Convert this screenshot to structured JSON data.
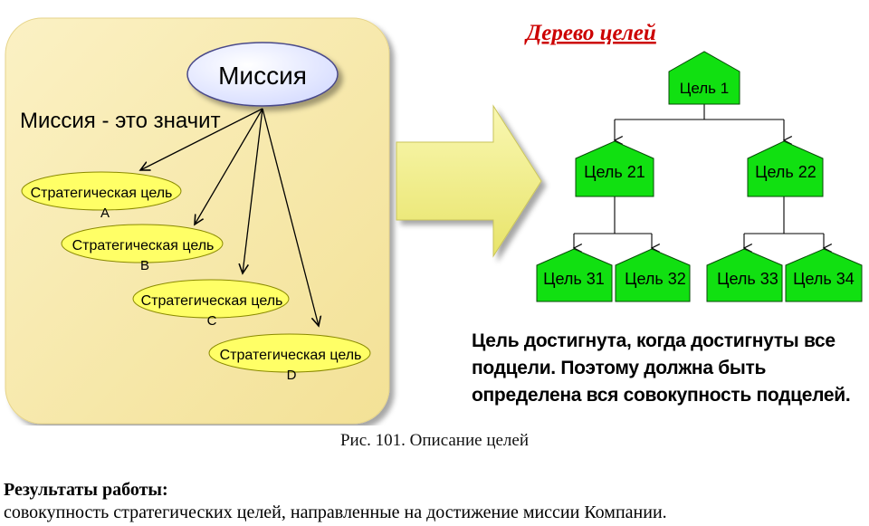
{
  "mission_panel": {
    "mission_label": "Миссия",
    "mission_means": "Миссия - это значит",
    "strategic_goals": [
      {
        "label": "Стратегическая цель",
        "letter": "A"
      },
      {
        "label": "Стратегическая цель",
        "letter": "B"
      },
      {
        "label": "Стратегическая цель",
        "letter": "C"
      },
      {
        "label": "Стратегическая цель",
        "letter": "D"
      }
    ]
  },
  "goal_tree": {
    "title": "Дерево целей",
    "root": "Цель 1",
    "level2": [
      "Цель 21",
      "Цель 22"
    ],
    "level3": [
      "Цель 31",
      "Цель 32",
      "Цель 33",
      "Цель 34"
    ]
  },
  "note": "Цель достигнута, когда достигнуты все подцели. Поэтому должна быть определена вся совокупность подцелей.",
  "caption": "Рис. 101. Описание целей",
  "results": {
    "title": "Результаты работы:",
    "text": "совокупность стратегических целей, направленные на достижение миссии Компании."
  },
  "colors": {
    "panel_fill": "#f7e9a6",
    "ellipse_fill": "#ffff66",
    "node_fill": "#11e011",
    "title_red": "#cc0000",
    "arrow_fill": "#f2f08a"
  }
}
